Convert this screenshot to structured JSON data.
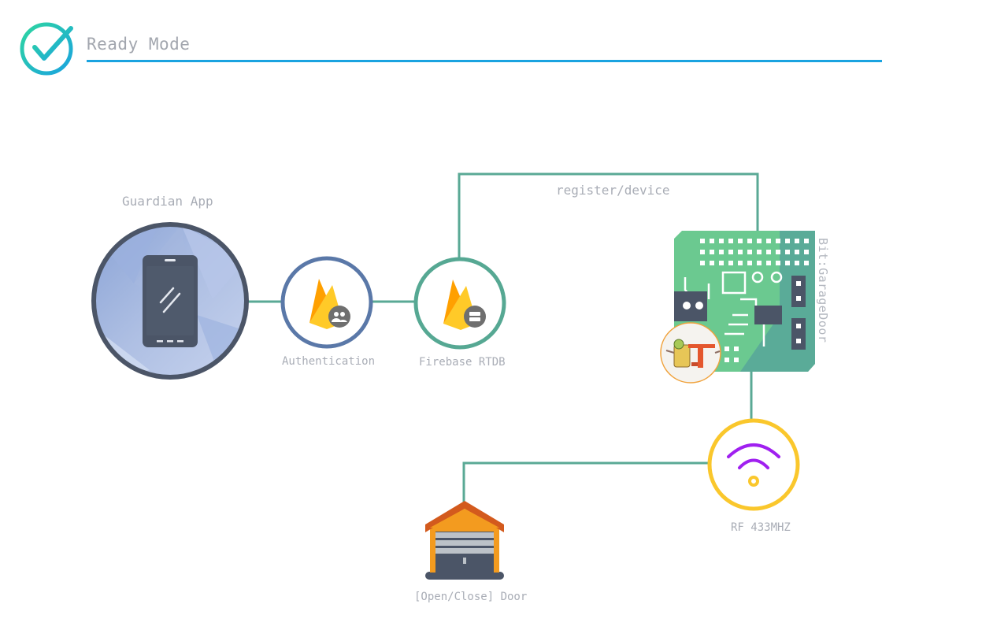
{
  "header": {
    "title": "Ready Mode"
  },
  "diagram": {
    "app_label": "Guardian App",
    "auth_label": "Authentication",
    "rtdb_label": "Firebase RTDB",
    "link_label": "register/device",
    "board_label": "Bit:GarageDoor",
    "rf_label": "RF 433MHZ",
    "door_label": "[Open/Close] Door"
  },
  "colors": {
    "accent": "#1aa3e0",
    "connector": "#5aa995",
    "app_ring": "#4b5567",
    "auth_ring": "#5a78a8",
    "rtdb_ring": "#56a893",
    "rf_ring": "#fac72c",
    "wifi": "#a020f0",
    "board": "#6bc990"
  },
  "icons": {
    "status": "check-circle-icon",
    "app": "smartphone-icon",
    "auth": "firebase-auth-icon",
    "rtdb": "firebase-database-icon",
    "board": "circuit-board-icon",
    "badge": "bit-logo-icon",
    "rf": "wifi-signal-icon",
    "door": "garage-icon"
  }
}
